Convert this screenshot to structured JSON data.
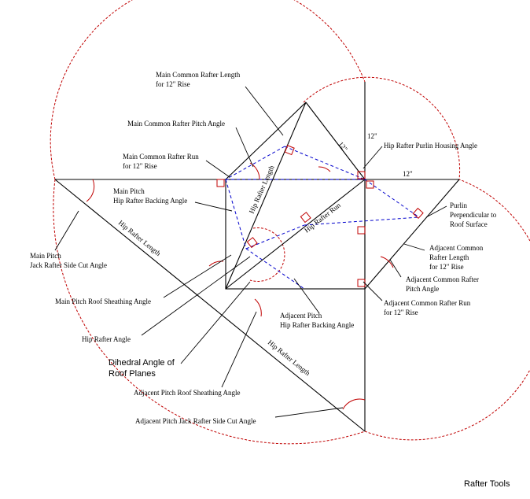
{
  "brand": "Rafter Tools",
  "colors": {
    "line": "#000000",
    "arc": "#c00000",
    "dash": "#0000cc",
    "marker": "#c00000"
  },
  "labels": {
    "main_common_length_1": "Main Common Rafter Length",
    "main_common_length_2": "for 12\" Rise",
    "main_common_pitch": "Main Common Rafter Pitch Angle",
    "main_common_run_1": "Main Common Rafter Run",
    "main_common_run_2": "for 12\" Rise",
    "main_pitch_backing_1": "Main Pitch",
    "main_pitch_backing_2": "Hip Rafter Backing Angle",
    "main_jack_side_1": "Main Pitch",
    "main_jack_side_2": "Jack Rafter Side Cut Angle",
    "main_sheathing": "Main Pitch Roof Sheathing Angle",
    "hip_rafter_angle": "Hip Rafter Angle",
    "dihedral_1": "Dihedral Angle of",
    "dihedral_2": "Roof Planes",
    "adj_sheathing": "Adjacent Pitch Roof Sheathing Angle",
    "adj_jack_side": "Adjacent Pitch Jack Rafter Side Cut Angle",
    "adj_backing_1": "Adjacent Pitch",
    "adj_backing_2": "Hip Rafter Backing Angle",
    "hip_purlin": "Hip Rafter Purlin Housing Angle",
    "purlin_1": "Purlin",
    "purlin_2": "Perpendicular to",
    "purlin_3": "Roof Surface",
    "adj_common_length_1": "Adjacent Common",
    "adj_common_length_2": "Rafter Length",
    "adj_common_length_3": "for 12\" Rise",
    "adj_common_pitch_1": "Adjacent Common Rafter",
    "adj_common_pitch_2": "Pitch Angle",
    "adj_common_run_1": "Adjacent Common Rafter Run",
    "adj_common_run_2": "for 12\" Rise",
    "rise_12_a": "12\"",
    "rise_12_b": "12\"",
    "rise_12_c": "12\"",
    "hip_rafter_length": "Hip Rafter Length",
    "hip_rafter_run": "Hip Rafter Run"
  }
}
